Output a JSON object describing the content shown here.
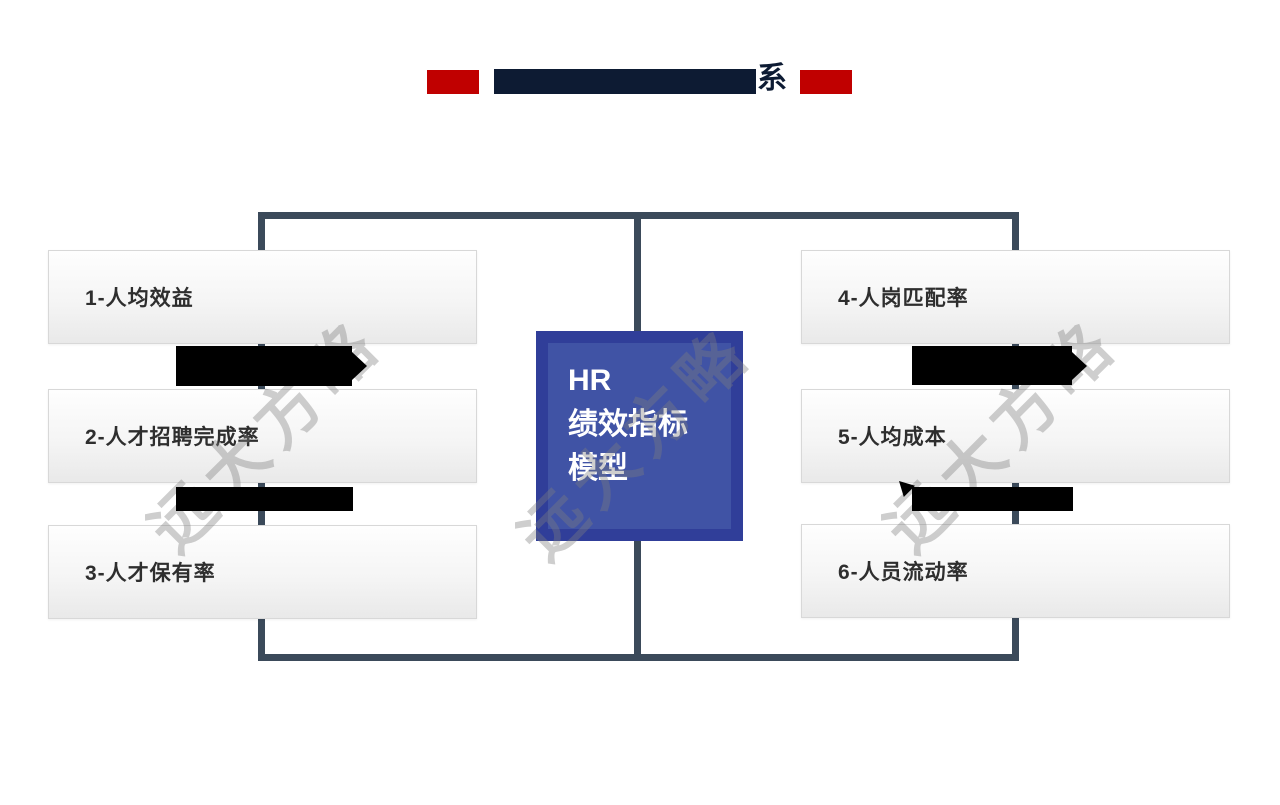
{
  "slide_title": {
    "visible_suffix": "系"
  },
  "center_box": {
    "lines": [
      "HR",
      "绩效指标",
      "模型"
    ]
  },
  "left_boxes": [
    {
      "label": "1-人均效益"
    },
    {
      "label": "2-人才招聘完成率"
    },
    {
      "label": "3-人才保有率"
    }
  ],
  "right_boxes": [
    {
      "label": "4-人岗匹配率"
    },
    {
      "label": "5-人均成本"
    },
    {
      "label": "6-人员流动率"
    }
  ],
  "watermark": {
    "text": "远大方略"
  },
  "colors": {
    "accent_red": "#C00000",
    "title_navy": "#0D1B33",
    "connector": "#3B4A5A",
    "center_outer": "#303E99",
    "center_inner": "#4053A5",
    "redaction": "#000000",
    "box_border": "#D8D8D8",
    "box_text": "#2E2E2E"
  }
}
